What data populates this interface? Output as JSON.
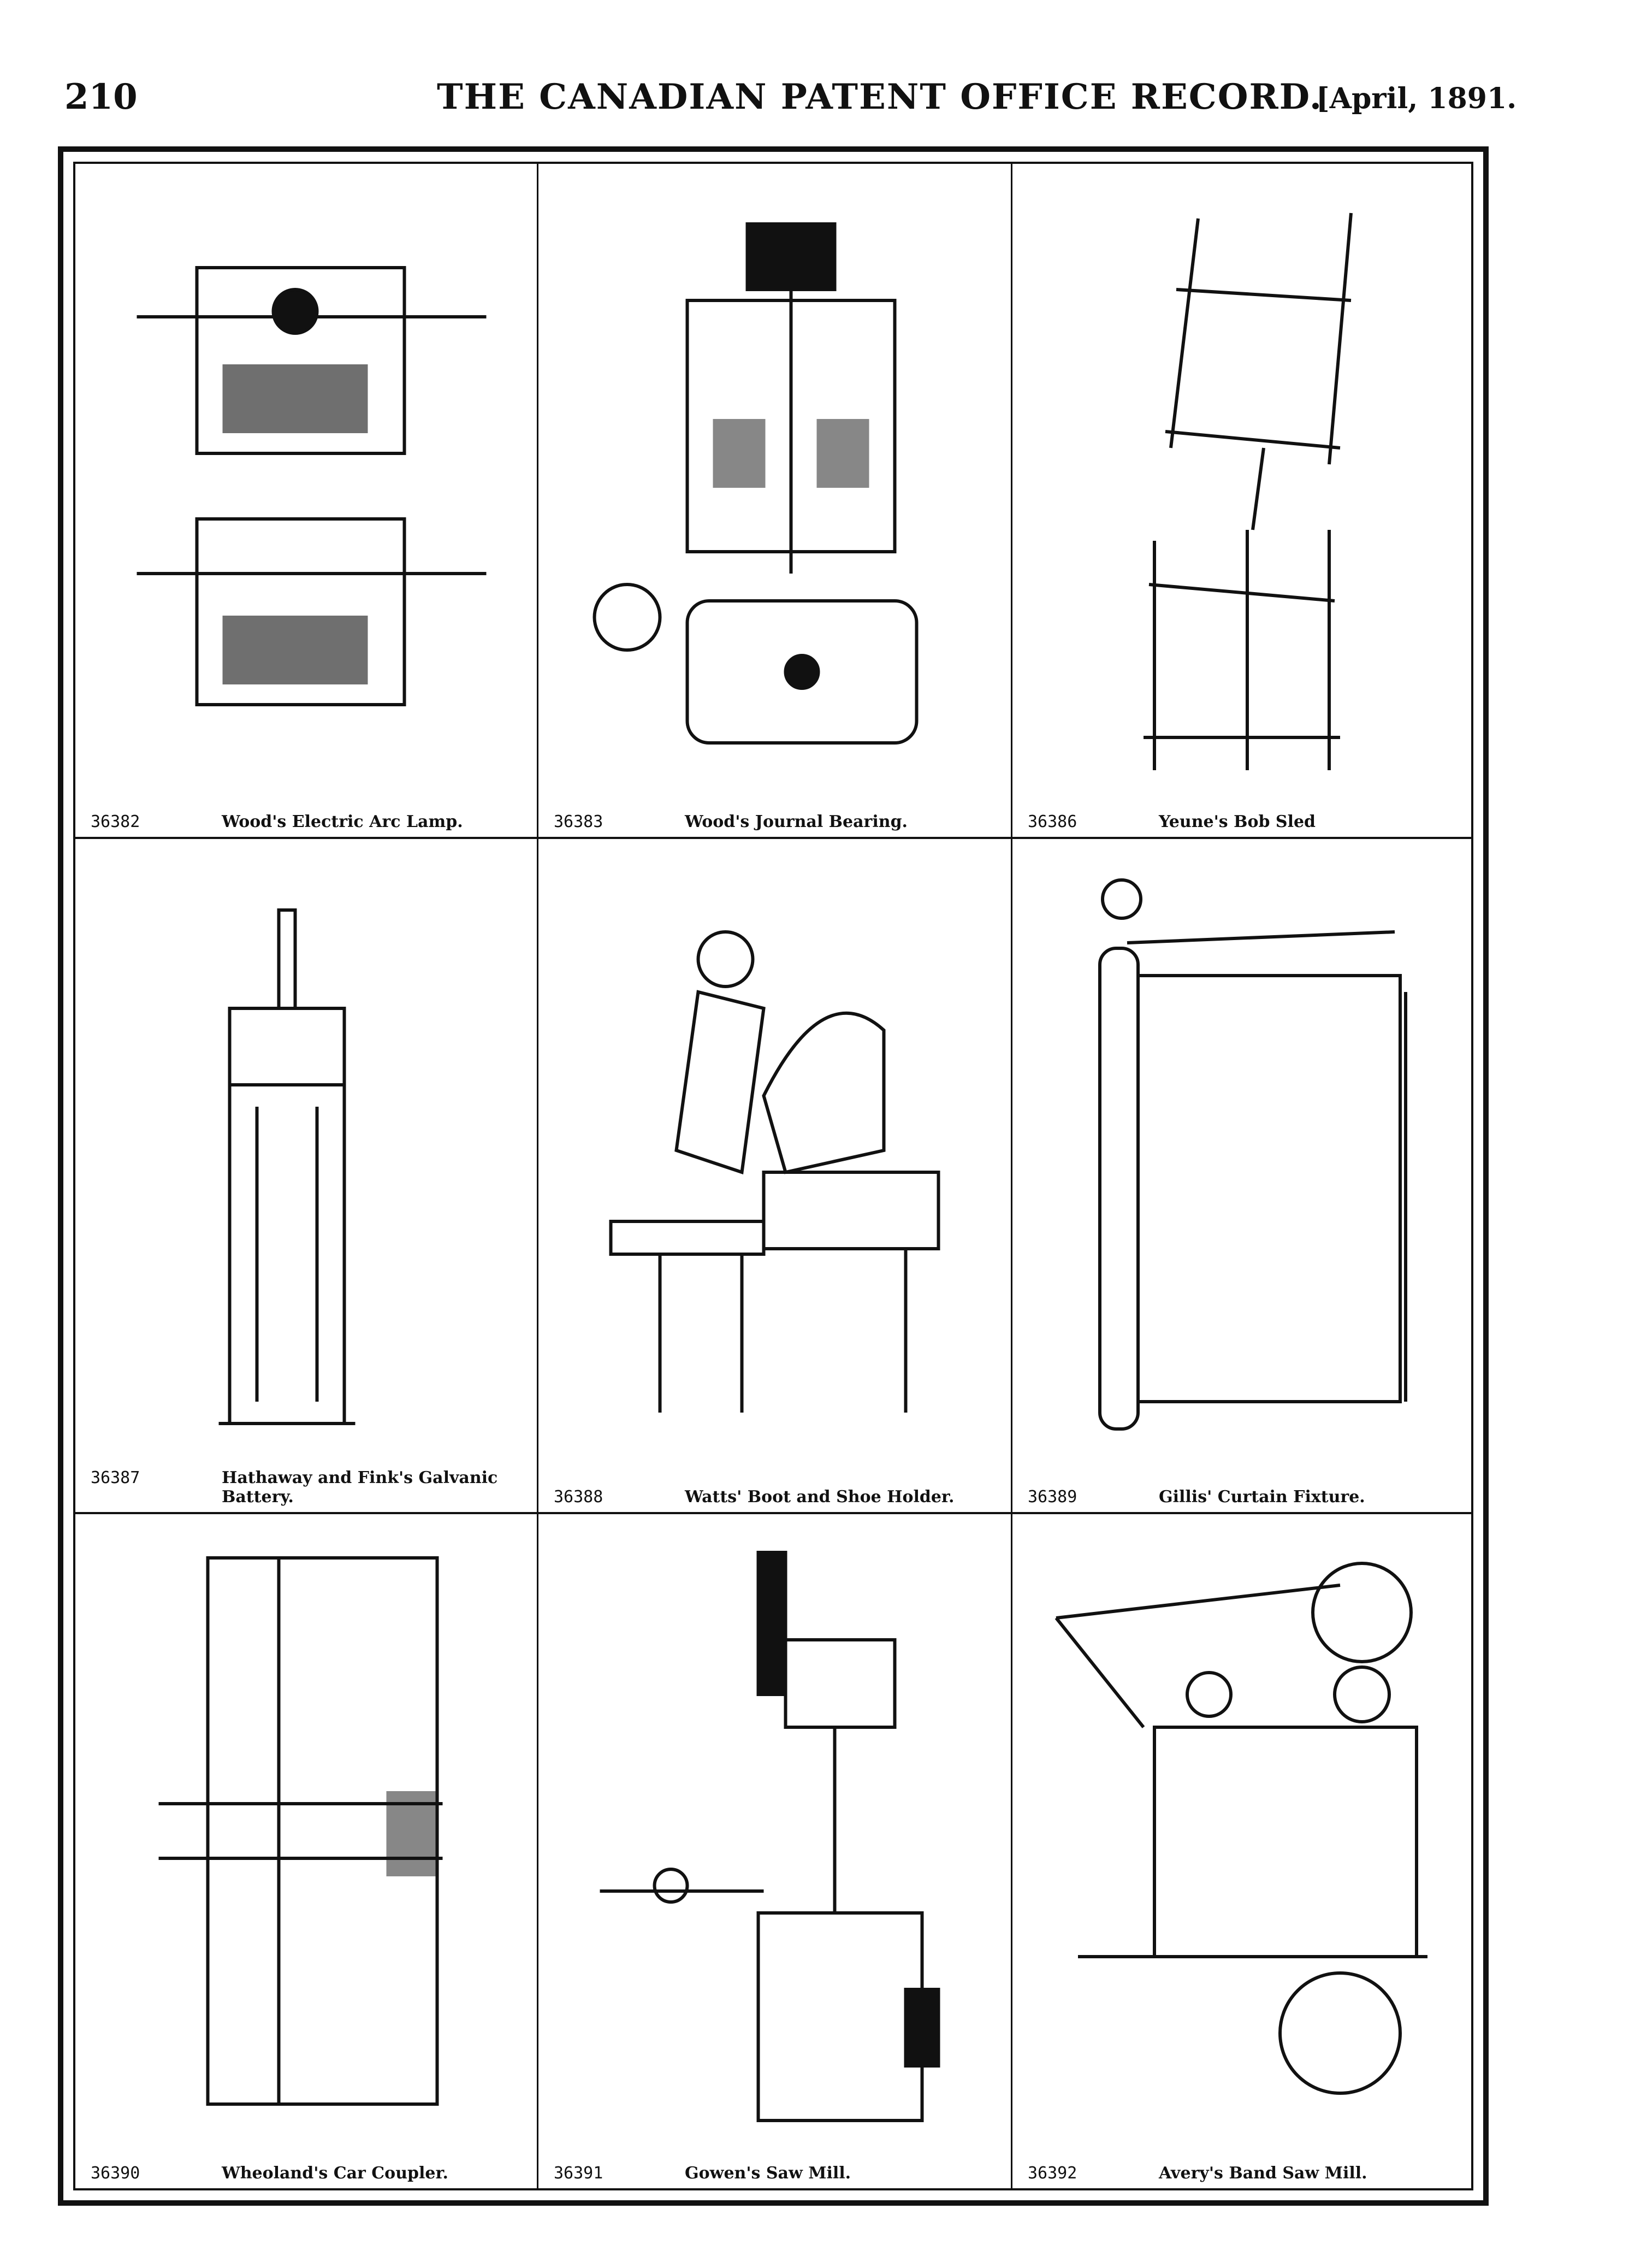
{
  "header": {
    "page_number": "210",
    "title": "THE CANADIAN PATENT OFFICE RECORD.",
    "date": "[April, 1891."
  },
  "patents": [
    {
      "number": "36382",
      "title": "Wood's Electric Arc Lamp."
    },
    {
      "number": "36383",
      "title": "Wood's Journal Bearing."
    },
    {
      "number": "36386",
      "title": "Yeune's Bob Sled"
    },
    {
      "number": "36387",
      "title": "Hathaway and Fink's Galvanic Battery."
    },
    {
      "number": "36388",
      "title": "Watts' Boot and Shoe Holder."
    },
    {
      "number": "36389",
      "title": "Gillis' Curtain Fixture."
    },
    {
      "number": "36390",
      "title": "Wheoland's Car Coupler."
    },
    {
      "number": "36391",
      "title": "Gowen's Saw Mill."
    },
    {
      "number": "36392",
      "title": "Avery's Band Saw Mill."
    }
  ]
}
